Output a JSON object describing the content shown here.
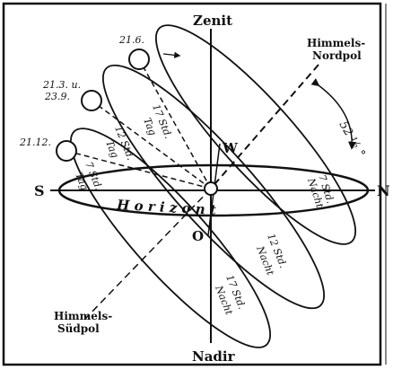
{
  "directions": {
    "zenith": "Zenit",
    "nadir": "Nadir",
    "south": "S",
    "north": "N",
    "west": "W",
    "east": "O"
  },
  "celestial_poles": {
    "north_pole_line1": "Himmels-",
    "north_pole_line2": "Nordpol",
    "south_pole_line1": "Himmels-",
    "south_pole_line2": "Südpol"
  },
  "horizon_label": "H o r i z o n t",
  "latitude_angle": "52 ½ °",
  "dates": {
    "summer_solstice": "21.6.",
    "equinox_line1": "21.3. u.",
    "equinox_line2": "23.9.",
    "winter_solstice": "21.12."
  },
  "durations": {
    "summer_day_a": "17 Std.",
    "summer_day_b": "Tag",
    "equinox_day_a": "12 Std.",
    "equinox_day_b": "Tag",
    "winter_day_a": "7 Std.",
    "winter_day_b": "Tag",
    "summer_night_a": "7 Std.",
    "summer_night_b": "Nacht",
    "equinox_night_a": "12 Std.",
    "equinox_night_b": "Nacht",
    "winter_night_a": "17 Std.",
    "winter_night_b": "Nacht"
  },
  "colors": {
    "ink": "#111111",
    "background": "#ffffff"
  }
}
